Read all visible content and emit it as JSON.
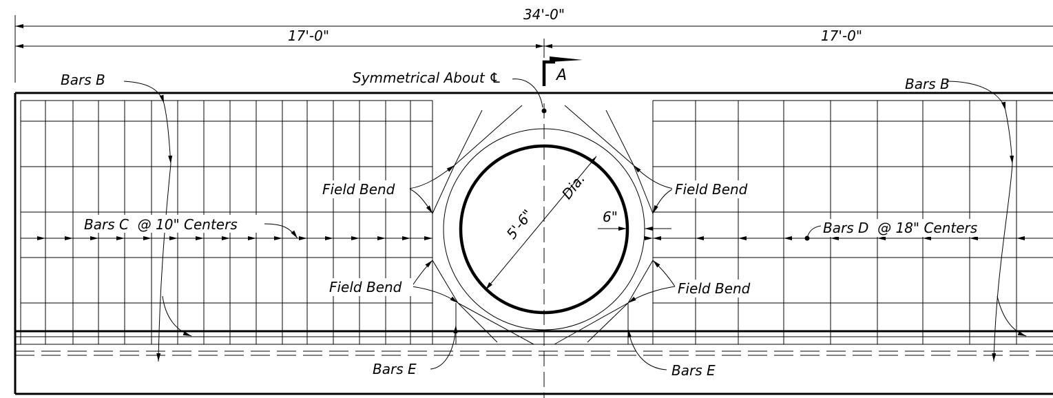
{
  "dimensions": {
    "overall": "34'-0\"",
    "left_half": "17'-0\"",
    "right_half": "17'-0\""
  },
  "section_marker": "A",
  "callouts": {
    "symmetry": "Symmetrical About ℄",
    "bars_b_left": "Bars B",
    "bars_b_right": "Bars B",
    "bars_c": "Bars C  @ 10\" Centers",
    "bars_d": "Bars D  @ 18\" Centers",
    "field_bend_ul": "Field Bend",
    "field_bend_ur": "Field Bend",
    "field_bend_ll": "Field Bend",
    "field_bend_lr": "Field Bend",
    "bars_e_left": "Bars E",
    "bars_e_right": "Bars E",
    "diameter": "5'-6\"",
    "dia_abbrev": "Dia.",
    "clearance": "6\""
  }
}
